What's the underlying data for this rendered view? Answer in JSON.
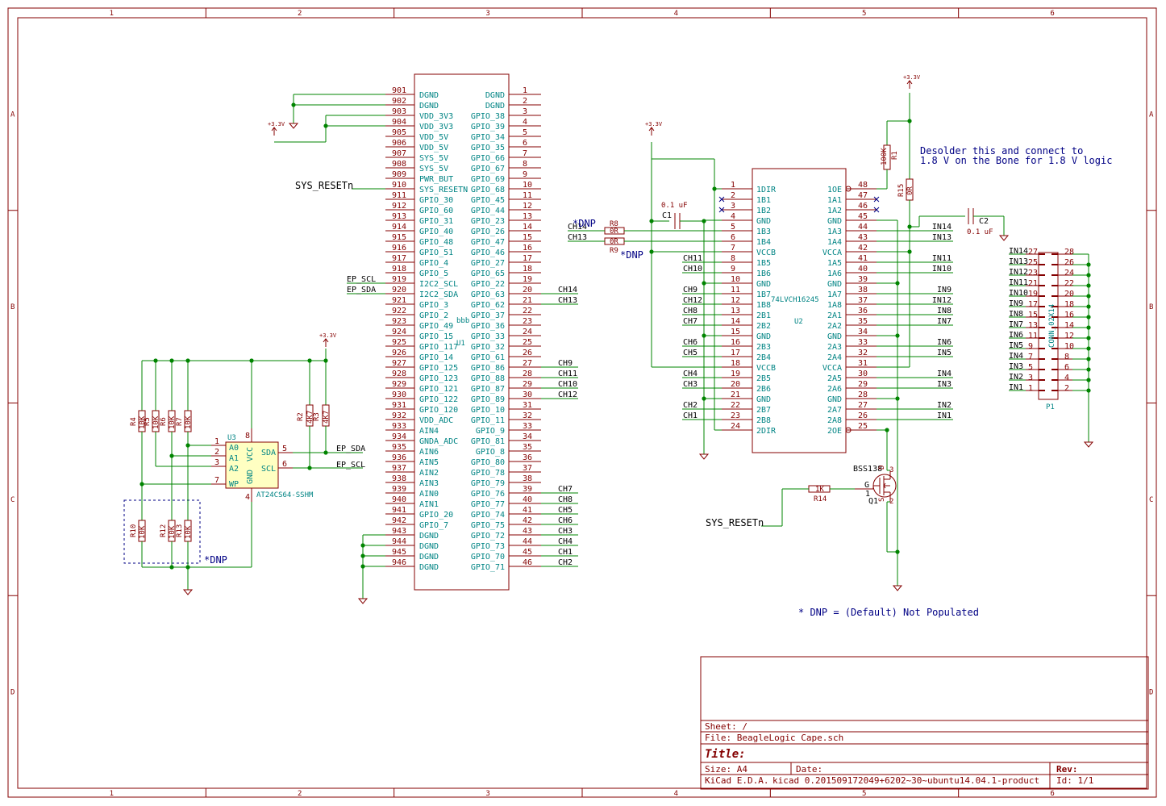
{
  "frame": {
    "cols": [
      "1",
      "2",
      "3",
      "4",
      "5",
      "6"
    ],
    "rows": [
      "A",
      "B",
      "C",
      "D"
    ]
  },
  "u1": {
    "ref": "U1",
    "value": "bbb",
    "left_pins": [
      {
        "num": "901",
        "name": "DGND"
      },
      {
        "num": "902",
        "name": "DGND"
      },
      {
        "num": "903",
        "name": "VDD_3V3"
      },
      {
        "num": "904",
        "name": "VDD_3V3"
      },
      {
        "num": "905",
        "name": "VDD_5V"
      },
      {
        "num": "906",
        "name": "VDD_5V"
      },
      {
        "num": "907",
        "name": "SYS_5V"
      },
      {
        "num": "908",
        "name": "SYS_5V"
      },
      {
        "num": "909",
        "name": "PWR_BUT"
      },
      {
        "num": "910",
        "name": "SYS_RESETN"
      },
      {
        "num": "911",
        "name": "GPIO_30"
      },
      {
        "num": "912",
        "name": "GPIO_60"
      },
      {
        "num": "913",
        "name": "GPIO_31"
      },
      {
        "num": "914",
        "name": "GPIO_40"
      },
      {
        "num": "915",
        "name": "GPIO_48"
      },
      {
        "num": "916",
        "name": "GPIO_51"
      },
      {
        "num": "917",
        "name": "GPIO_4"
      },
      {
        "num": "918",
        "name": "GPIO_5"
      },
      {
        "num": "919",
        "name": "I2C2_SCL"
      },
      {
        "num": "920",
        "name": "I2C2_SDA"
      },
      {
        "num": "921",
        "name": "GPIO_3"
      },
      {
        "num": "922",
        "name": "GPIO_2"
      },
      {
        "num": "923",
        "name": "GPIO_49"
      },
      {
        "num": "924",
        "name": "GPIO_15"
      },
      {
        "num": "925",
        "name": "GPIO_117"
      },
      {
        "num": "926",
        "name": "GPIO_14"
      },
      {
        "num": "927",
        "name": "GPIO_125"
      },
      {
        "num": "928",
        "name": "GPIO_123"
      },
      {
        "num": "929",
        "name": "GPIO_121"
      },
      {
        "num": "930",
        "name": "GPIO_122"
      },
      {
        "num": "931",
        "name": "GPIO_120"
      },
      {
        "num": "932",
        "name": "VDD_ADC"
      },
      {
        "num": "933",
        "name": "AIN4"
      },
      {
        "num": "934",
        "name": "GNDA_ADC"
      },
      {
        "num": "935",
        "name": "AIN6"
      },
      {
        "num": "936",
        "name": "AIN5"
      },
      {
        "num": "937",
        "name": "AIN2"
      },
      {
        "num": "938",
        "name": "AIN3"
      },
      {
        "num": "939",
        "name": "AIN0"
      },
      {
        "num": "940",
        "name": "AIN1"
      },
      {
        "num": "941",
        "name": "GPIO_20"
      },
      {
        "num": "942",
        "name": "GPIO_7"
      },
      {
        "num": "943",
        "name": "DGND"
      },
      {
        "num": "944",
        "name": "DGND"
      },
      {
        "num": "945",
        "name": "DGND"
      },
      {
        "num": "946",
        "name": "DGND"
      }
    ],
    "right_pins": [
      {
        "num": "1",
        "name": "DGND"
      },
      {
        "num": "2",
        "name": "DGND"
      },
      {
        "num": "3",
        "name": "GPIO_38"
      },
      {
        "num": "4",
        "name": "GPIO_39"
      },
      {
        "num": "5",
        "name": "GPIO_34"
      },
      {
        "num": "6",
        "name": "GPIO_35"
      },
      {
        "num": "7",
        "name": "GPIO_66"
      },
      {
        "num": "8",
        "name": "GPIO_67"
      },
      {
        "num": "9",
        "name": "GPIO_69"
      },
      {
        "num": "10",
        "name": "GPIO_68"
      },
      {
        "num": "11",
        "name": "GPIO_45"
      },
      {
        "num": "12",
        "name": "GPIO_44"
      },
      {
        "num": "13",
        "name": "GPIO_23"
      },
      {
        "num": "14",
        "name": "GPIO_26"
      },
      {
        "num": "15",
        "name": "GPIO_47"
      },
      {
        "num": "16",
        "name": "GPIO_46"
      },
      {
        "num": "17",
        "name": "GPIO_27"
      },
      {
        "num": "18",
        "name": "GPIO_65"
      },
      {
        "num": "19",
        "name": "GPIO_22"
      },
      {
        "num": "20",
        "name": "GPIO_63"
      },
      {
        "num": "21",
        "name": "GPIO_62"
      },
      {
        "num": "22",
        "name": "GPIO_37"
      },
      {
        "num": "23",
        "name": "GPIO_36"
      },
      {
        "num": "24",
        "name": "GPIO_33"
      },
      {
        "num": "25",
        "name": "GPIO_32"
      },
      {
        "num": "26",
        "name": "GPIO_61"
      },
      {
        "num": "27",
        "name": "GPIO_86"
      },
      {
        "num": "28",
        "name": "GPIO_88"
      },
      {
        "num": "29",
        "name": "GPIO_87"
      },
      {
        "num": "30",
        "name": "GPIO_89"
      },
      {
        "num": "31",
        "name": "GPIO_10"
      },
      {
        "num": "32",
        "name": "GPIO_11"
      },
      {
        "num": "33",
        "name": "GPIO_9"
      },
      {
        "num": "34",
        "name": "GPIO_81"
      },
      {
        "num": "35",
        "name": "GPIO_8"
      },
      {
        "num": "36",
        "name": "GPIO_80"
      },
      {
        "num": "37",
        "name": "GPIO_78"
      },
      {
        "num": "38",
        "name": "GPIO_79"
      },
      {
        "num": "39",
        "name": "GPIO_76"
      },
      {
        "num": "40",
        "name": "GPIO_77"
      },
      {
        "num": "41",
        "name": "GPIO_74"
      },
      {
        "num": "42",
        "name": "GPIO_75"
      },
      {
        "num": "43",
        "name": "GPIO_72"
      },
      {
        "num": "44",
        "name": "GPIO_73"
      },
      {
        "num": "45",
        "name": "GPIO_70"
      },
      {
        "num": "46",
        "name": "GPIO_71"
      }
    ],
    "right_nets": [
      {
        "pin": "20",
        "net": "CH14"
      },
      {
        "pin": "21",
        "net": "CH13"
      },
      {
        "pin": "27",
        "net": "CH9"
      },
      {
        "pin": "28",
        "net": "CH11"
      },
      {
        "pin": "29",
        "net": "CH10"
      },
      {
        "pin": "30",
        "net": "CH12"
      },
      {
        "pin": "39",
        "net": "CH7"
      },
      {
        "pin": "40",
        "net": "CH8"
      },
      {
        "pin": "41",
        "net": "CH5"
      },
      {
        "pin": "42",
        "net": "CH6"
      },
      {
        "pin": "43",
        "net": "CH3"
      },
      {
        "pin": "44",
        "net": "CH4"
      },
      {
        "pin": "45",
        "net": "CH1"
      },
      {
        "pin": "46",
        "net": "CH2"
      }
    ],
    "left_nets": [
      {
        "pin": "919",
        "net": "EP_SCL"
      },
      {
        "pin": "920",
        "net": "EP_SDA"
      }
    ],
    "sys_reset_label": "SYS_RESETn"
  },
  "u2": {
    "ref": "U2",
    "value": "74LVCH16245",
    "left_pins": [
      {
        "num": "1",
        "name": "1DIR"
      },
      {
        "num": "2",
        "name": "1B1"
      },
      {
        "num": "3",
        "name": "1B2"
      },
      {
        "num": "4",
        "name": "GND"
      },
      {
        "num": "5",
        "name": "1B3"
      },
      {
        "num": "6",
        "name": "1B4"
      },
      {
        "num": "7",
        "name": "VCCB"
      },
      {
        "num": "8",
        "name": "1B5"
      },
      {
        "num": "9",
        "name": "1B6"
      },
      {
        "num": "10",
        "name": "GND"
      },
      {
        "num": "11",
        "name": "1B7"
      },
      {
        "num": "12",
        "name": "1B8"
      },
      {
        "num": "13",
        "name": "2B1"
      },
      {
        "num": "14",
        "name": "2B2"
      },
      {
        "num": "15",
        "name": "GND"
      },
      {
        "num": "16",
        "name": "2B3"
      },
      {
        "num": "17",
        "name": "2B4"
      },
      {
        "num": "18",
        "name": "VCCB"
      },
      {
        "num": "19",
        "name": "2B5"
      },
      {
        "num": "20",
        "name": "2B6"
      },
      {
        "num": "21",
        "name": "GND"
      },
      {
        "num": "22",
        "name": "2B7"
      },
      {
        "num": "23",
        "name": "2B8"
      },
      {
        "num": "24",
        "name": "2DIR"
      }
    ],
    "right_pins": [
      {
        "num": "48",
        "name": "1OE"
      },
      {
        "num": "47",
        "name": "1A1"
      },
      {
        "num": "46",
        "name": "1A2"
      },
      {
        "num": "45",
        "name": "GND"
      },
      {
        "num": "44",
        "name": "1A3"
      },
      {
        "num": "43",
        "name": "1A4"
      },
      {
        "num": "42",
        "name": "VCCA"
      },
      {
        "num": "41",
        "name": "1A5"
      },
      {
        "num": "40",
        "name": "1A6"
      },
      {
        "num": "39",
        "name": "GND"
      },
      {
        "num": "38",
        "name": "1A7"
      },
      {
        "num": "37",
        "name": "1A8"
      },
      {
        "num": "36",
        "name": "2A1"
      },
      {
        "num": "35",
        "name": "2A2"
      },
      {
        "num": "34",
        "name": "GND"
      },
      {
        "num": "33",
        "name": "2A3"
      },
      {
        "num": "32",
        "name": "2A4"
      },
      {
        "num": "31",
        "name": "VCCA"
      },
      {
        "num": "30",
        "name": "2A5"
      },
      {
        "num": "29",
        "name": "2A6"
      },
      {
        "num": "28",
        "name": "GND"
      },
      {
        "num": "27",
        "name": "2A7"
      },
      {
        "num": "26",
        "name": "2A8"
      },
      {
        "num": "25",
        "name": "2OE"
      }
    ],
    "left_nets": [
      {
        "pin": "5",
        "net": "CH14"
      },
      {
        "pin": "6",
        "net": "CH13"
      },
      {
        "pin": "8",
        "net": "CH11"
      },
      {
        "pin": "9",
        "net": "CH10"
      },
      {
        "pin": "11",
        "net": "CH9"
      },
      {
        "pin": "12",
        "net": "CH12"
      },
      {
        "pin": "13",
        "net": "CH8"
      },
      {
        "pin": "14",
        "net": "CH7"
      },
      {
        "pin": "16",
        "net": "CH6"
      },
      {
        "pin": "17",
        "net": "CH5"
      },
      {
        "pin": "19",
        "net": "CH4"
      },
      {
        "pin": "20",
        "net": "CH3"
      },
      {
        "pin": "22",
        "net": "CH2"
      },
      {
        "pin": "23",
        "net": "CH1"
      }
    ],
    "right_nets": [
      {
        "pin": "44",
        "net": "IN14"
      },
      {
        "pin": "43",
        "net": "IN13"
      },
      {
        "pin": "41",
        "net": "IN11"
      },
      {
        "pin": "40",
        "net": "IN10"
      },
      {
        "pin": "38",
        "net": "IN9"
      },
      {
        "pin": "37",
        "net": "IN12"
      },
      {
        "pin": "36",
        "net": "IN8"
      },
      {
        "pin": "35",
        "net": "IN7"
      },
      {
        "pin": "33",
        "net": "IN6"
      },
      {
        "pin": "32",
        "net": "IN5"
      },
      {
        "pin": "30",
        "net": "IN4"
      },
      {
        "pin": "29",
        "net": "IN3"
      },
      {
        "pin": "27",
        "net": "IN2"
      },
      {
        "pin": "26",
        "net": "IN1"
      }
    ]
  },
  "p1": {
    "ref": "P1",
    "value": "CONN_02X14",
    "rows": [
      {
        "net": "IN14",
        "l": "27",
        "r": "28"
      },
      {
        "net": "IN13",
        "l": "25",
        "r": "26"
      },
      {
        "net": "IN12",
        "l": "23",
        "r": "24"
      },
      {
        "net": "IN11",
        "l": "21",
        "r": "22"
      },
      {
        "net": "IN10",
        "l": "19",
        "r": "20"
      },
      {
        "net": "IN9",
        "l": "17",
        "r": "18"
      },
      {
        "net": "IN8",
        "l": "15",
        "r": "16"
      },
      {
        "net": "IN7",
        "l": "13",
        "r": "14"
      },
      {
        "net": "IN6",
        "l": "11",
        "r": "12"
      },
      {
        "net": "IN5",
        "l": "9",
        "r": "10"
      },
      {
        "net": "IN4",
        "l": "7",
        "r": "8"
      },
      {
        "net": "IN3",
        "l": "5",
        "r": "6"
      },
      {
        "net": "IN2",
        "l": "3",
        "r": "4"
      },
      {
        "net": "IN1",
        "l": "1",
        "r": "2"
      }
    ]
  },
  "u3": {
    "ref": "U3",
    "value": "AT24CS64-SSHM",
    "pins": [
      {
        "num": "1",
        "name": "A0"
      },
      {
        "num": "2",
        "name": "A1"
      },
      {
        "num": "3",
        "name": "A2"
      },
      {
        "num": "7",
        "name": "WP"
      },
      {
        "num": "8",
        "name": "VCC"
      },
      {
        "num": "4",
        "name": "GND"
      },
      {
        "num": "5",
        "name": "SDA"
      },
      {
        "num": "6",
        "name": "SCL"
      }
    ],
    "nets": {
      "sda": "EP_SDA",
      "scl": "EP_SCL"
    }
  },
  "resistors": {
    "top": [
      {
        "ref": "R4",
        "val": "10K"
      },
      {
        "ref": "R5",
        "val": "10K"
      },
      {
        "ref": "R6",
        "val": "10K"
      },
      {
        "ref": "R7",
        "val": "10K"
      }
    ],
    "bottom": [
      {
        "ref": "R10",
        "val": "10K"
      },
      {
        "ref": "R12",
        "val": "10K"
      },
      {
        "ref": "R13",
        "val": "10K"
      }
    ],
    "pullups": [
      {
        "ref": "R2",
        "val": "4K7"
      },
      {
        "ref": "R3",
        "val": "4K7"
      }
    ],
    "r8": {
      "ref": "R8",
      "val": "0R"
    },
    "r9": {
      "ref": "R9",
      "val": "0R"
    },
    "r1": {
      "ref": "R1",
      "val": "100K"
    },
    "r15": {
      "ref": "R15",
      "val": "0R"
    },
    "r14": {
      "ref": "R14",
      "val": "1K"
    }
  },
  "caps": {
    "c1": {
      "ref": "C1",
      "val": "0.1 uF"
    },
    "c2": {
      "ref": "C2",
      "val": "0.1 uF"
    }
  },
  "q1": {
    "ref": "Q1",
    "val": "BSS138",
    "pins": {
      "g": "G",
      "one": "1",
      "three": "3",
      "two": "2",
      "s": "S",
      "d": "D"
    }
  },
  "power": {
    "v33": "+3.3V"
  },
  "labels": {
    "dnp": "*DNP",
    "dnp_r8": "*DNP",
    "dnp_r9": "*DNP",
    "desolder_l1": "Desolder this and connect to",
    "desolder_l2": "1.8 V on the Bone for 1.8 V logic",
    "dnp_note": "* DNP = (Default) Not Populated",
    "sys_reset_q1": "SYS_RESETn"
  },
  "title_block": {
    "sheet_label": "Sheet: /",
    "file_label": "File: BeagleLogic Cape.sch",
    "title_label": "Title:",
    "size_label": "Size: A4",
    "date_label": "Date:",
    "rev_label": "Rev:",
    "kicad_label": "KiCad E.D.A.",
    "kicad_version": "kicad 0.201509172049+6202~30~ubuntu14.04.1-product",
    "id_label": "Id: 1/1"
  }
}
